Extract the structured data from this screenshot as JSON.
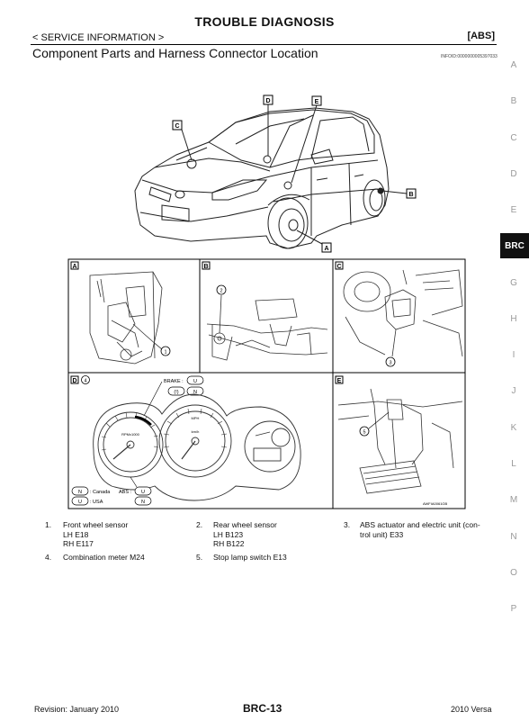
{
  "header": {
    "title": "TROUBLE DIAGNOSIS",
    "section_info": "< SERVICE INFORMATION >",
    "section_tag": "[ABS]",
    "subheading": "Component Parts and Harness Connector Location",
    "doc_id": "INFOID:0000000005397033"
  },
  "index_tabs": [
    "A",
    "B",
    "C",
    "D",
    "E",
    "BRC",
    "G",
    "H",
    "I",
    "J",
    "K",
    "L",
    "M",
    "N",
    "O",
    "P"
  ],
  "active_tab": "BRC",
  "figure": {
    "callouts": [
      "A",
      "B",
      "C",
      "D",
      "E"
    ],
    "meter_labels": {
      "brake": "BRAKE :",
      "abs": "ABS :",
      "canada": ": Canada",
      "usa": ": USA",
      "n": "N",
      "u": "U",
      "bang": "(!)"
    },
    "gauge_rpm": "RPMx1000",
    "gauge_mph": "MPH",
    "gauge_kmh": "km/h",
    "fig_code": "AWFIA0061GB"
  },
  "components": [
    {
      "num": "1.",
      "lines": [
        "Front wheel sensor",
        "LH E18",
        "RH E117"
      ]
    },
    {
      "num": "2.",
      "lines": [
        "Rear wheel sensor",
        "LH B123",
        "RH B122"
      ]
    },
    {
      "num": "3.",
      "lines": [
        "ABS actuator and electric unit (con-",
        "trol unit) E33"
      ]
    },
    {
      "num": "4.",
      "lines": [
        "Combination meter M24"
      ]
    },
    {
      "num": "5.",
      "lines": [
        "Stop lamp switch E13"
      ]
    }
  ],
  "footer": {
    "revision": "Revision: January 2010",
    "page": "BRC-13",
    "model": "2010 Versa"
  }
}
